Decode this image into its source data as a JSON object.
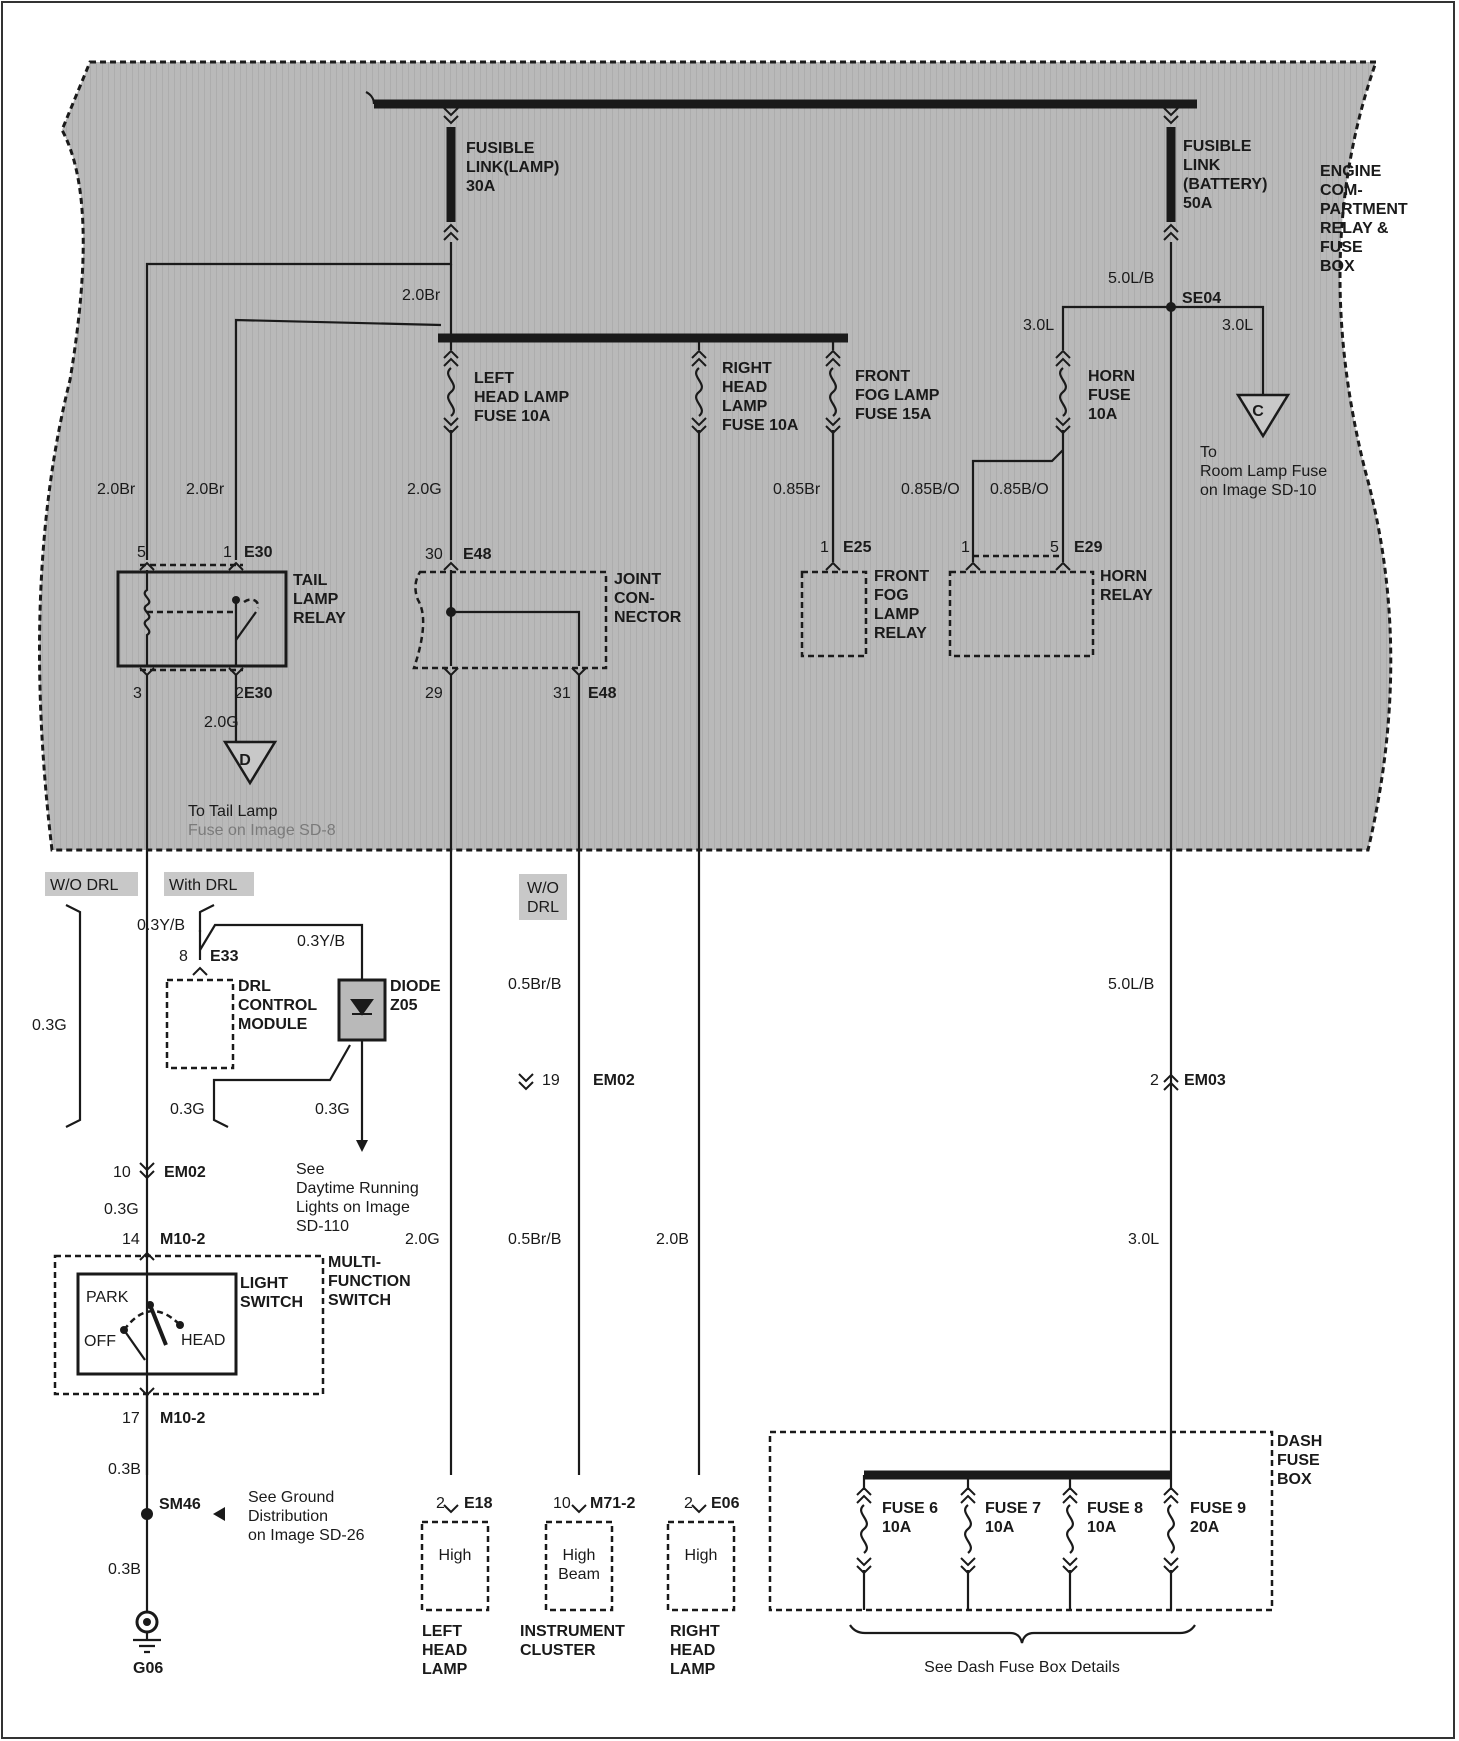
{
  "engine_box": {
    "title": [
      "ENGINE",
      "COM-",
      "PARTMENT",
      "RELAY &",
      "FUSE",
      "BOX"
    ]
  },
  "fusible_links": {
    "lamp": [
      "FUSIBLE",
      "LINK(LAMP)",
      "30A"
    ],
    "battery": [
      "FUSIBLE",
      "LINK",
      "(BATTERY)",
      "50A"
    ]
  },
  "fuses": {
    "left_head": [
      "LEFT",
      "HEAD LAMP",
      "FUSE 10A"
    ],
    "right_head": [
      "RIGHT",
      "HEAD",
      "LAMP",
      "FUSE 10A"
    ],
    "front_fog": [
      "FRONT",
      "FOG LAMP",
      "FUSE 15A"
    ],
    "horn": [
      "HORN",
      "FUSE",
      "10A"
    ]
  },
  "wires": {
    "w_2_0br_top": "2.0Br",
    "w_5_0lb_top": "5.0L/B",
    "w_3_0l_left": "3.0L",
    "w_3_0l_right": "3.0L",
    "w_2_0br_a": "2.0Br",
    "w_2_0br_b": "2.0Br",
    "w_2_0g_lhead": "2.0G",
    "w_0_85br": "0.85Br",
    "w_0_85bo_a": "0.85B/O",
    "w_0_85bo_b": "0.85B/O",
    "w_2_0g_tail": "2.0G",
    "w_0_3yb_a": "0.3Y/B",
    "w_0_3yb_b": "0.3Y/B",
    "w_0_3g_left": "0.3G",
    "w_0_3g_mid": "0.3G",
    "w_0_3g_diode": "0.3G",
    "w_0_3g_sw": "0.3G",
    "w_0_5brb": "0.5Br/B",
    "w_5_0lb_low": "5.0L/B",
    "w_2_0g_low": "2.0G",
    "w_0_5brb_low": "0.5Br/B",
    "w_2_0b_low": "2.0B",
    "w_3_0l_low": "3.0L",
    "w_0_3b_a": "0.3B",
    "w_0_3b_b": "0.3B"
  },
  "splices": {
    "se04": "SE04",
    "sm46": "SM46"
  },
  "connectors": {
    "tail_5": "5",
    "tail_1": "1",
    "tail_e30": "E30",
    "tail_3": "3",
    "tail_2": "2",
    "tail_e30b": "E30",
    "jc_30": "30",
    "jc_e48": "E48",
    "jc_29": "29",
    "jc_31": "31",
    "jc_e48b": "E48",
    "fog_1": "1",
    "fog_e25": "E25",
    "horn_1": "1",
    "horn_5": "5",
    "horn_e29": "E29",
    "drl_8": "8",
    "drl_e33": "E33",
    "em02_19": "19",
    "em02_a": "EM02",
    "em03_2": "2",
    "em03": "EM03",
    "em02_10": "10",
    "em02_b": "EM02",
    "m10_14": "14",
    "m10_a": "M10-2",
    "m10_17": "17",
    "m10_b": "M10-2",
    "e18_2": "2",
    "e18": "E18",
    "m71_10": "10",
    "m71": "M71-2",
    "e06_2": "2",
    "e06": "E06"
  },
  "components": {
    "tail_lamp_relay": [
      "TAIL",
      "LAMP",
      "RELAY"
    ],
    "joint_connector": [
      "JOINT",
      "CON-",
      "NECTOR"
    ],
    "front_fog_relay": [
      "FRONT",
      "FOG",
      "LAMP",
      "RELAY"
    ],
    "horn_relay": [
      "HORN",
      "RELAY"
    ],
    "drl_module": [
      "DRL",
      "CONTROL",
      "MODULE"
    ],
    "diode": [
      "DIODE",
      "Z05"
    ],
    "multifunction": [
      "MULTI-",
      "FUNCTION",
      "SWITCH"
    ],
    "light_switch": [
      "LIGHT",
      "SWITCH"
    ],
    "switch_park": "PARK",
    "switch_off": "OFF",
    "switch_head": "HEAD",
    "dash_fuse_box": [
      "DASH",
      "FUSE",
      "BOX"
    ]
  },
  "refs": {
    "c_letter": "C",
    "c_text": [
      "To",
      "Room Lamp Fuse",
      "on Image SD-10"
    ],
    "d_letter": "D",
    "d_text": [
      "To Tail Lamp",
      "Fuse on Image SD-8"
    ],
    "drl_see": [
      "See",
      "Daytime Running",
      "Lights on Image",
      "SD-110"
    ],
    "ground_see": [
      "See Ground",
      "Distribution",
      "on Image SD-26"
    ],
    "dash_details": "See Dash Fuse Box Details"
  },
  "option_tags": {
    "wo_drl": "W/O DRL",
    "with_drl": "With DRL",
    "wo_drl_2": [
      "W/O",
      "DRL"
    ]
  },
  "dash_fuses": [
    {
      "name": "FUSE 6",
      "rating": "10A"
    },
    {
      "name": "FUSE 7",
      "rating": "10A"
    },
    {
      "name": "FUSE 8",
      "rating": "10A"
    },
    {
      "name": "FUSE 9",
      "rating": "20A"
    }
  ],
  "loads": {
    "left_head_inner": "High",
    "left_head_name": [
      "LEFT",
      "HEAD",
      "LAMP"
    ],
    "cluster_inner": [
      "High",
      "Beam"
    ],
    "cluster_name": [
      "INSTRUMENT",
      "CLUSTER"
    ],
    "right_head_inner": "High",
    "right_head_name": [
      "RIGHT",
      "HEAD",
      "LAMP"
    ]
  },
  "ground": "G06"
}
